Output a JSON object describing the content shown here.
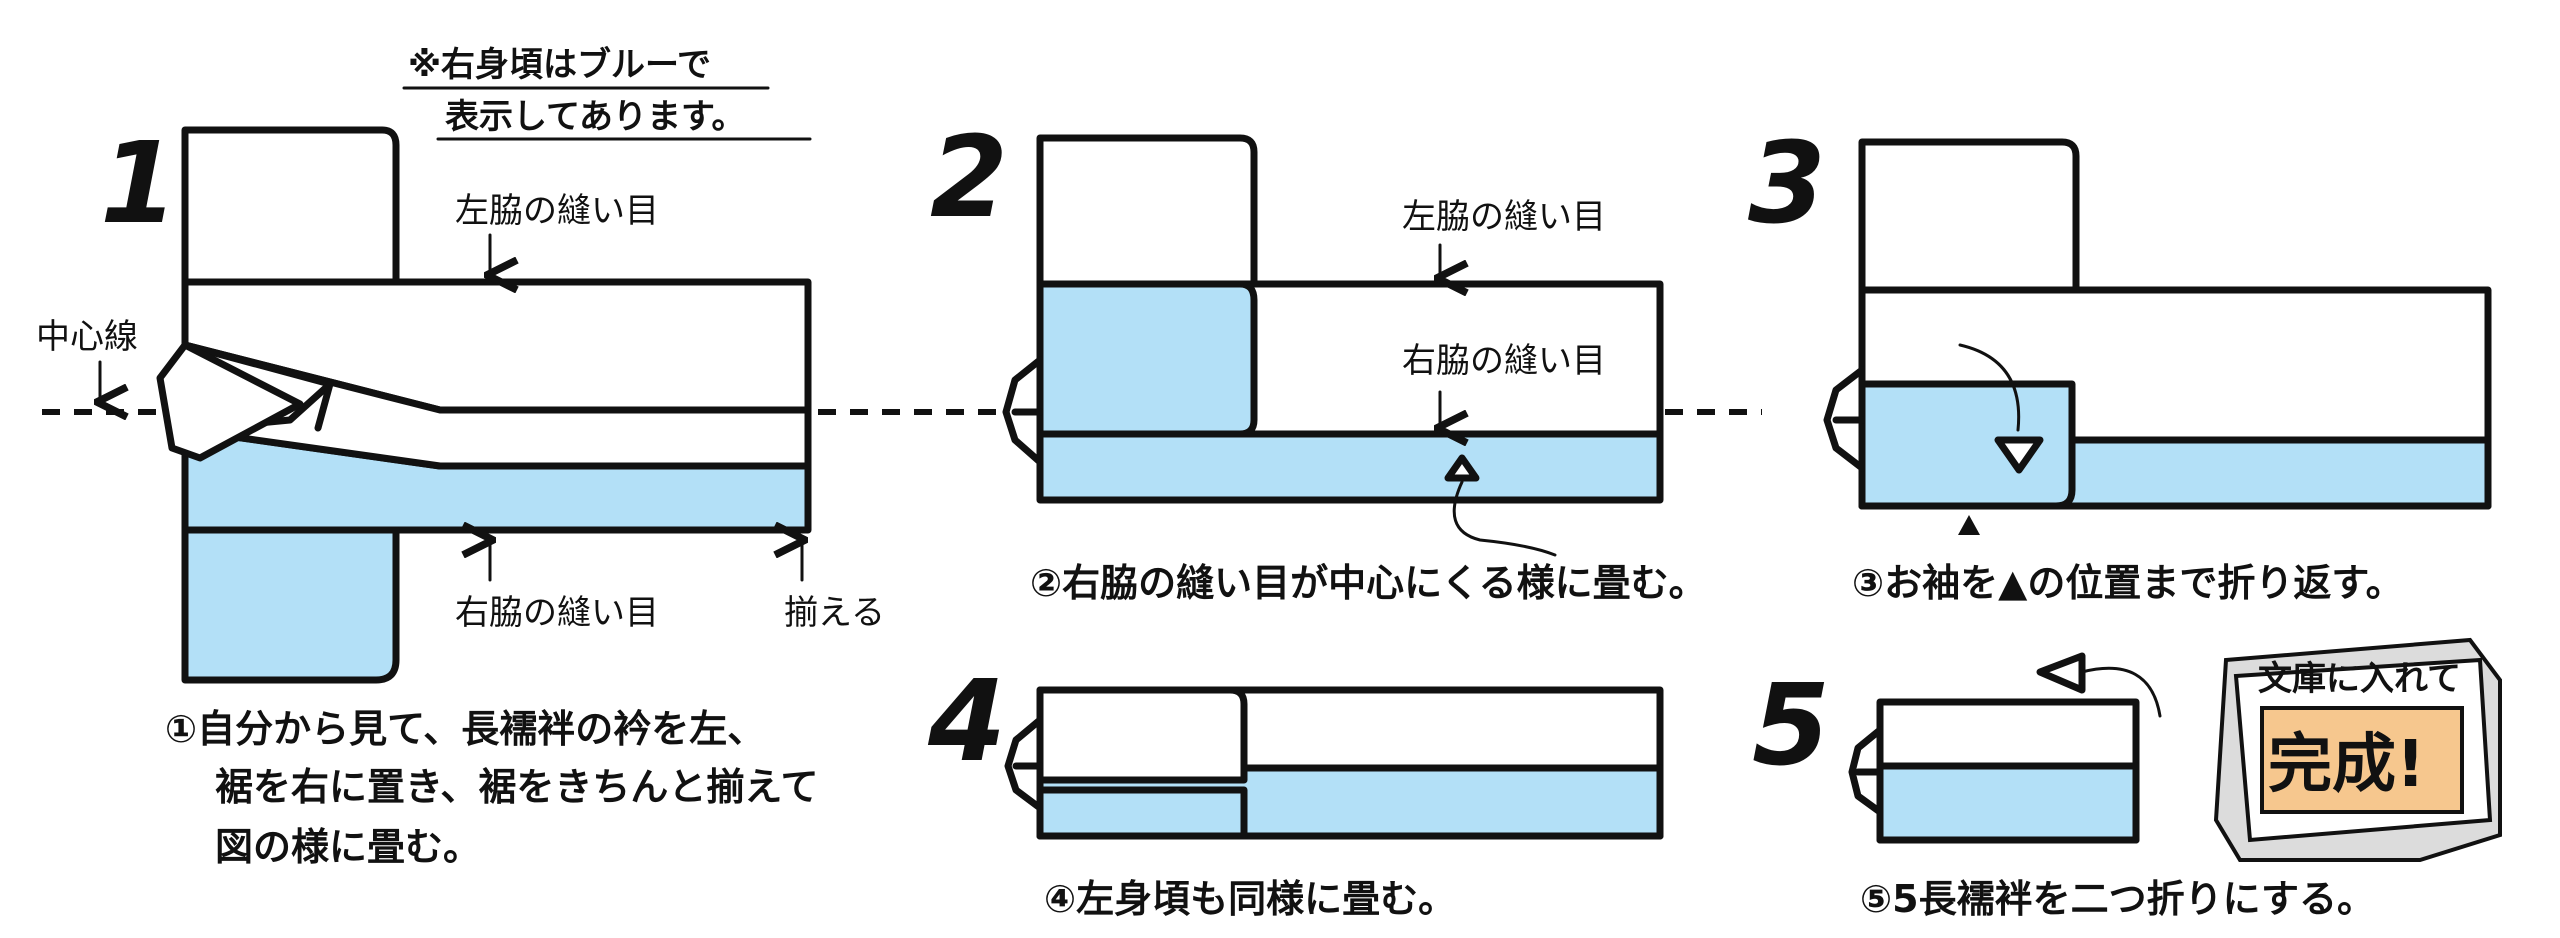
{
  "note": {
    "line1": "※右身頃はブルーで",
    "line2": "表示してあります。"
  },
  "colors": {
    "blue": "#b3e0f7",
    "orange": "#f6c78e",
    "box_gray": "#dcdcdc"
  },
  "labels": {
    "center_line": "中心線",
    "left_seam": "左脇の縫い目",
    "right_seam": "右脇の縫い目",
    "align": "揃える"
  },
  "steps": [
    {
      "number": "1",
      "caption": [
        "①自分から見て、長襦袢の衿を左、",
        "裾を右に置き、裾をきちんと揃えて",
        "図の様に畳む。"
      ]
    },
    {
      "number": "2",
      "caption": [
        "②右脇の縫い目が中心にくる様に畳む。"
      ]
    },
    {
      "number": "3",
      "caption": [
        "③お袖を▲の位置まで折り返す。"
      ]
    },
    {
      "number": "4",
      "caption": [
        "④左身頃も同様に畳む。"
      ]
    },
    {
      "number": "5",
      "caption": [
        "⑤5長襦袢を二つ折りにする。"
      ]
    }
  ],
  "finish_box": {
    "label": "文庫に入れて",
    "done": "完成!"
  }
}
